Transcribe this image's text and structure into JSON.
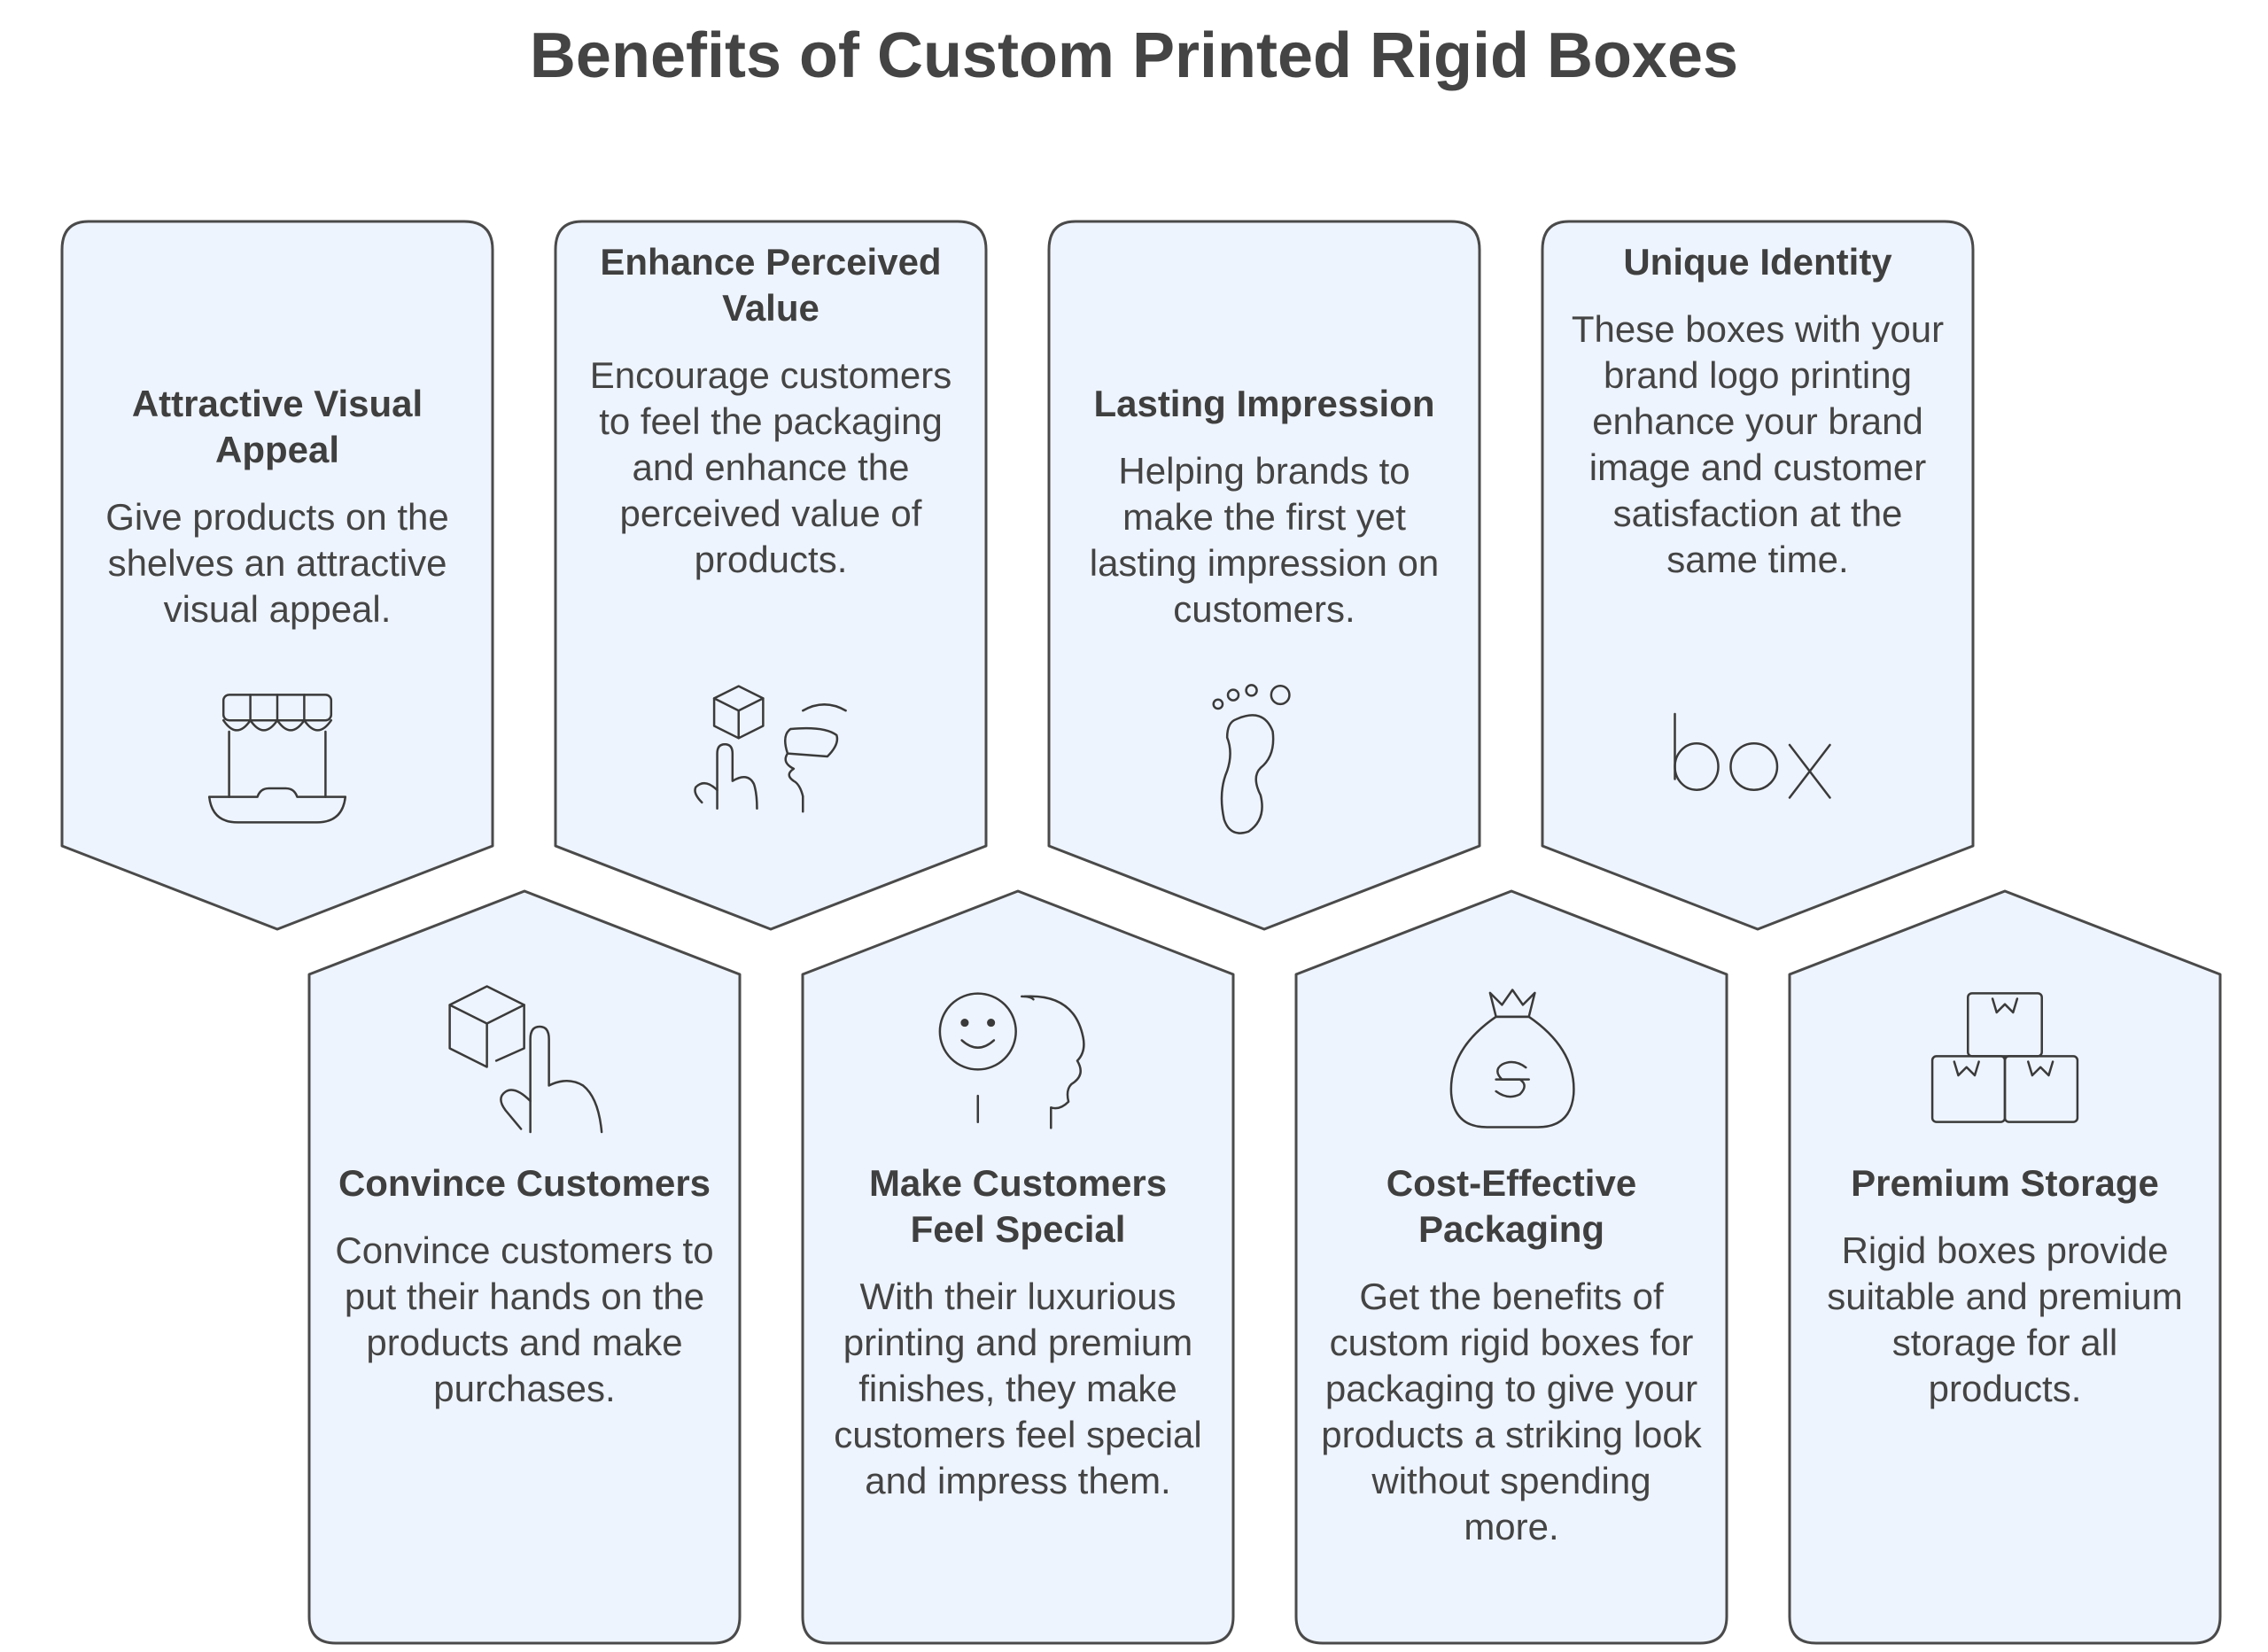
{
  "title": "Benefits of Custom Printed Rigid Boxes",
  "colors": {
    "card_fill": "#eef4fd",
    "card_stroke": "#4a4a4a",
    "icon_stroke": "#3a3a3a"
  },
  "cards_top": [
    {
      "heading": "Attractive Visual Appeal",
      "body": "Give products on the shelves an attractive visual appeal.",
      "icon": "storefront-icon"
    },
    {
      "heading": "Enhance Perceived Value",
      "body": "Encourage customers to feel the packaging and enhance the perceived value of products.",
      "icon": "box-touch-customer-icon"
    },
    {
      "heading": "Lasting Impression",
      "body": "Helping brands to make the first yet lasting impression on customers.",
      "icon": "footprint-icon"
    },
    {
      "heading": "Unique Identity",
      "body": "These boxes with your brand logo printing enhance your brand image and customer satisfaction at the same time.",
      "icon": "box-logo-icon",
      "logo_text": "box"
    }
  ],
  "cards_bottom": [
    {
      "heading": "Convince Customers",
      "body": "Convince customers to put their hands on the products and make purchases.",
      "icon": "box-hand-icon"
    },
    {
      "heading": "Make Customers Feel Special",
      "body": "With their luxurious printing and premium finishes, they make customers feel special and impress them.",
      "icon": "happy-face-icon"
    },
    {
      "heading": "Cost-Effective Packaging",
      "body": "Get the benefits of custom rigid boxes for packaging to give your products a striking look without spending more.",
      "icon": "money-bag-icon"
    },
    {
      "heading": "Premium Storage",
      "body": "Rigid boxes provide suitable and premium storage for all products.",
      "icon": "stacked-boxes-icon"
    }
  ]
}
